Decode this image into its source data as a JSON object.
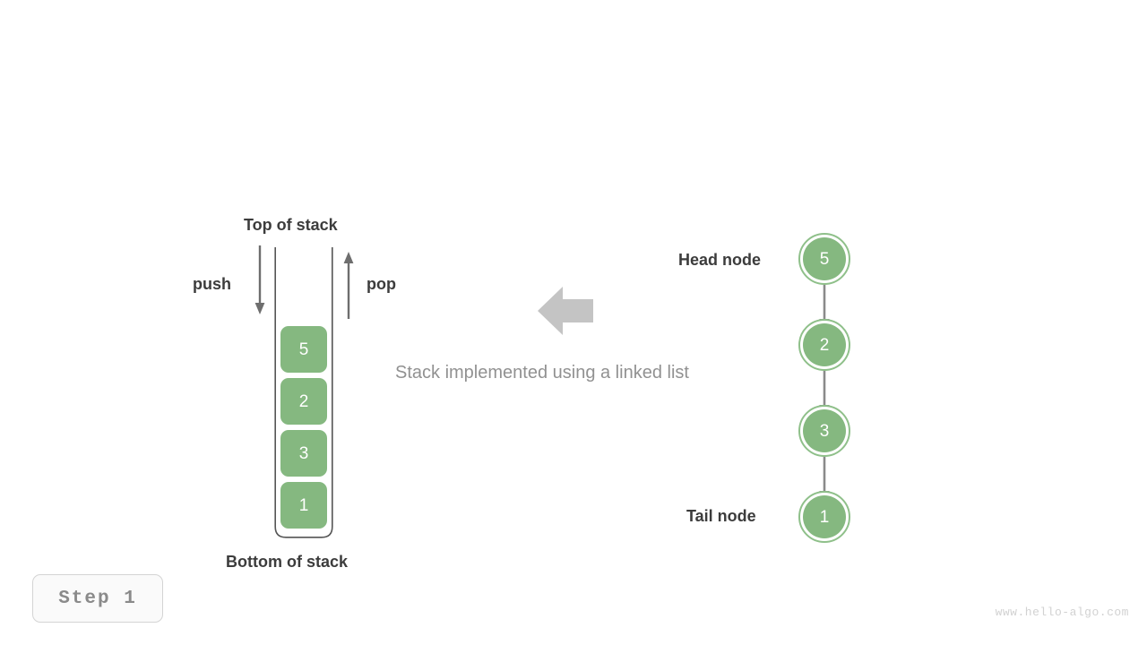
{
  "diagram": {
    "caption": "Stack implemented using a linked list",
    "step_badge": "Step  1",
    "watermark": "www.hello-algo.com",
    "colors": {
      "node_fill": "#85b880",
      "node_ring": "#8fc08a",
      "arrow_gray": "#6e6e6e",
      "big_arrow": "#c4c4c4",
      "text_dark": "#3c3c3c",
      "caption_gray": "#919191",
      "container_stroke": "#555555",
      "badge_text": "#8a8a8a",
      "watermark_gray": "#d2d2d2"
    }
  },
  "stack": {
    "top_label": "Top of stack",
    "bottom_label": "Bottom of stack",
    "push_label": "push",
    "pop_label": "pop",
    "items": [
      {
        "value": "5"
      },
      {
        "value": "2"
      },
      {
        "value": "3"
      },
      {
        "value": "1"
      }
    ]
  },
  "linked_list": {
    "head_label": "Head node",
    "tail_label": "Tail node",
    "nodes": [
      {
        "value": "5"
      },
      {
        "value": "2"
      },
      {
        "value": "3"
      },
      {
        "value": "1"
      }
    ]
  }
}
